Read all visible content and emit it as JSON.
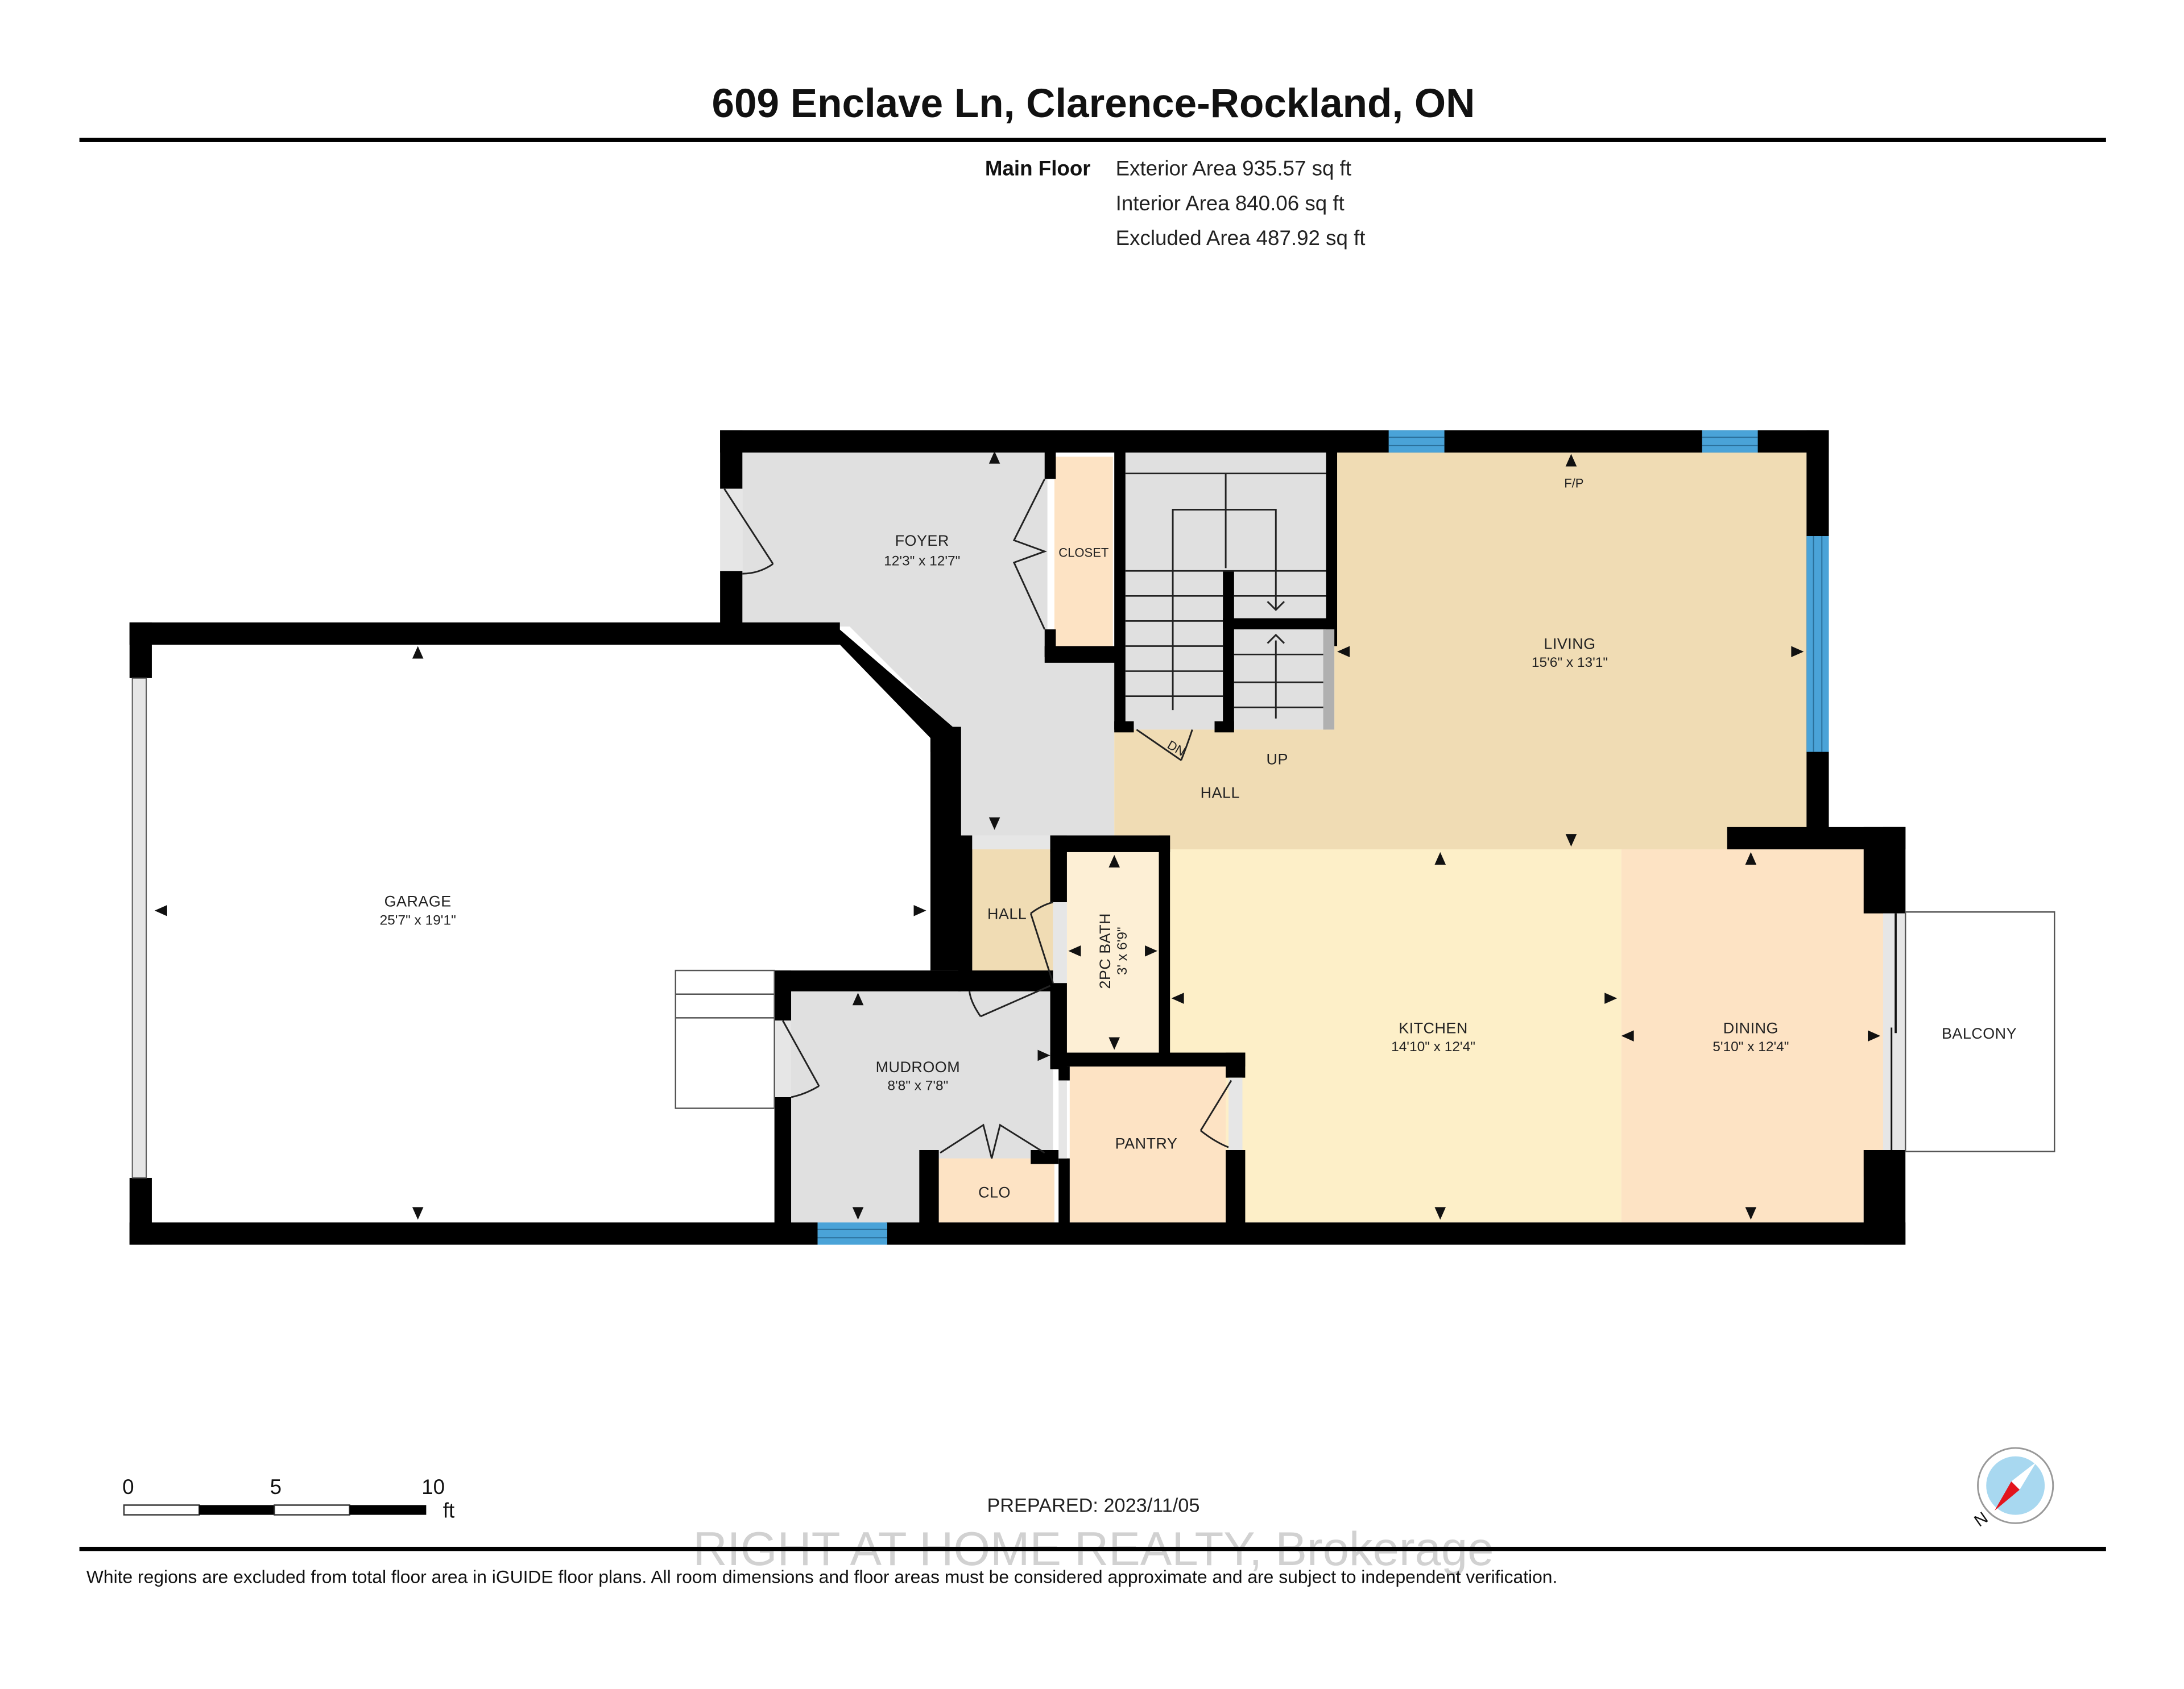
{
  "header": {
    "title": "609 Enclave Ln, Clarence-Rockland, ON",
    "floor_label": "Main Floor",
    "exterior_area": "Exterior Area 935.57 sq ft",
    "interior_area": "Interior Area 840.06 sq ft",
    "excluded_area": "Excluded Area 487.92 sq ft"
  },
  "rooms": {
    "foyer": {
      "name": "FOYER",
      "dims": "12'3\" x 12'7\""
    },
    "closet": {
      "name": "CLOSET"
    },
    "living": {
      "name": "LIVING",
      "dims": "15'6\" x 13'1\"",
      "note": "F/P"
    },
    "hall_main": {
      "name": "HALL"
    },
    "stairs": {
      "down": "DN",
      "up": "UP"
    },
    "garage": {
      "name": "GARAGE",
      "dims": "25'7\" x 19'1\""
    },
    "hall_small": {
      "name": "HALL"
    },
    "bath": {
      "name": "2PC BATH",
      "dims": "3' x 6'9\""
    },
    "kitchen": {
      "name": "KITCHEN",
      "dims": "14'10\" x 12'4\""
    },
    "dining": {
      "name": "DINING",
      "dims": "5'10\" x 12'4\""
    },
    "balcony": {
      "name": "BALCONY"
    },
    "mudroom": {
      "name": "MUDROOM",
      "dims": "8'8\" x 7'8\""
    },
    "clo": {
      "name": "CLO"
    },
    "pantry": {
      "name": "PANTRY"
    }
  },
  "scale_bar": {
    "labels": [
      "0",
      "5",
      "10"
    ],
    "unit": "ft"
  },
  "footer": {
    "prepared": "PREPARED: 2023/11/05",
    "watermark": "RIGHT AT HOME REALTY, Brokerage",
    "disclaimer": "White regions are excluded from total floor area in iGUIDE floor plans. All room dimensions and floor areas must be considered approximate and are subject to independent verification.",
    "compass_label": "N"
  },
  "colors": {
    "wall": "#000000",
    "window": "#4aa3d8",
    "grey_room": "#e0e0e0",
    "living_hall": "#f0dcb4",
    "kitchen": "#fdefc8",
    "dining_pantry": "#fde3c4",
    "closet": "#fde3c4",
    "compass_red": "#e3141c",
    "compass_blue": "#a8d8f0"
  }
}
